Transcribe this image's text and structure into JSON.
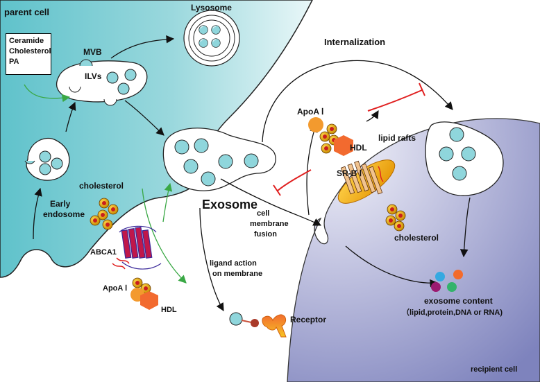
{
  "parent_cell": "parent cell",
  "recipient_cell": "recipient cell",
  "lipids": [
    "Ceramide",
    "Cholesterol",
    "PA"
  ],
  "mvb": "MVB",
  "ilvs": "ILVs",
  "lysosome": "Lysosome",
  "early_endosome": [
    "Early",
    "endosome"
  ],
  "cholesterol_left": "cholesterol",
  "abca1": "ABCA1",
  "apoa_left": "ApoA Ⅰ",
  "hdl_left": "HDL",
  "exosome": "Exosome",
  "cell_membrane_fusion": [
    "cell",
    "membrane",
    "fusion"
  ],
  "ligand_action": [
    "ligand action",
    "on membrane"
  ],
  "receptor": "Receptor",
  "internalization": "Internalization",
  "apoa_right": "ApoA Ⅰ",
  "hdl_right": "HDL",
  "lipid_rafts": "lipid rafts",
  "srb": "SR-B Ⅰ",
  "cholesterol_right": "cholesterol",
  "exosome_content": [
    "exosome content",
    "（lipid,protein,DNA or RNA)"
  ],
  "colors": {
    "vesicle": "#8fd6dc",
    "cholesterol_ball": "#d9a400",
    "cholesterol_core": "#c81e1e",
    "apoa": "#f39a2e",
    "hdl": "#f26a2f",
    "abca1": "#c0174a",
    "inhibition": "#e02020",
    "green_arrow": "#3aa845",
    "content_blue": "#36a9e1",
    "content_orange": "#f36b2c",
    "content_purple": "#9b1a70",
    "content_green": "#33b36b"
  }
}
